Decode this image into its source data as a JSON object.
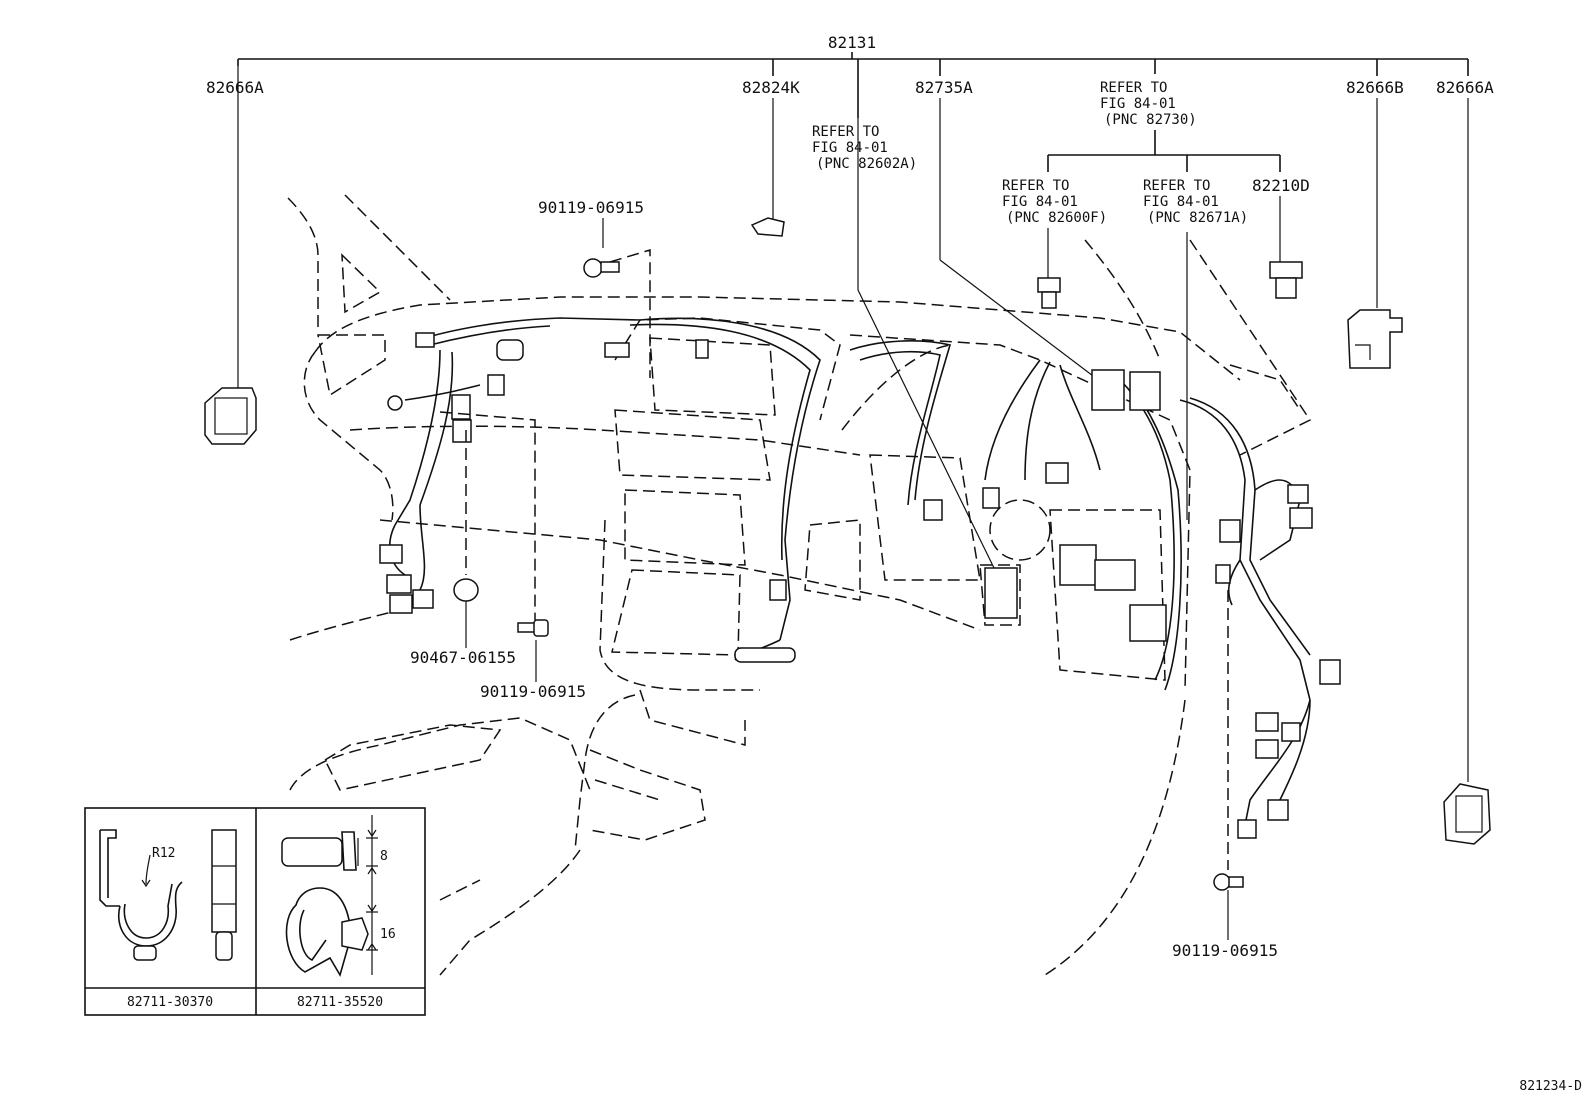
{
  "main_part": "82131",
  "labels": {
    "p82666a_left": "82666A",
    "p82824k": "82824K",
    "p82735a": "82735A",
    "p82666b": "82666B",
    "p82666a_right": "82666A",
    "p82210d": "82210D",
    "bolt_top": "90119-06915",
    "bolt_mid": "90119-06915",
    "bolt_right": "90119-06915",
    "clip_90467": "90467-06155"
  },
  "refers": {
    "r82602a": [
      "REFER TO",
      "FIG 84-01",
      "(PNC 82602A)"
    ],
    "r82730": [
      "REFER TO",
      "FIG 84-01",
      "(PNC 82730)"
    ],
    "r82600f": [
      "REFER TO",
      "FIG 84-01",
      "(PNC 82600F)"
    ],
    "r82671a": [
      "REFER TO",
      "FIG 84-01",
      "(PNC 82671A)"
    ]
  },
  "inset": {
    "left_part": "82711-30370",
    "right_part": "82711-35520",
    "radius_label": "R12",
    "dim_top": "8",
    "dim_bottom": "16"
  },
  "figure_code": "821234-D"
}
